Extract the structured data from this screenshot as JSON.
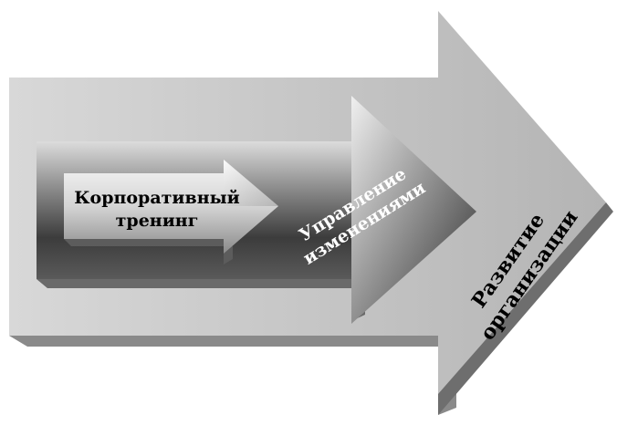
{
  "diagram": {
    "arrows": [
      {
        "id": "outer",
        "lines": [
          "Развитие",
          "организации"
        ],
        "fill": "#c4c4c4",
        "side": "#7c7c7c",
        "text_color": "#000000"
      },
      {
        "id": "middle",
        "lines": [
          "Управление",
          "изменениями"
        ],
        "fill_dark": "#3a3a3a",
        "fill_light": "#e6e6e6",
        "text_color": "#ffffff"
      },
      {
        "id": "inner",
        "lines": [
          "Корпоративный",
          "тренинг"
        ],
        "fill_dark": "#6e6e6e",
        "fill_light": "#f4f4f4",
        "text_color": "#000000"
      }
    ]
  }
}
